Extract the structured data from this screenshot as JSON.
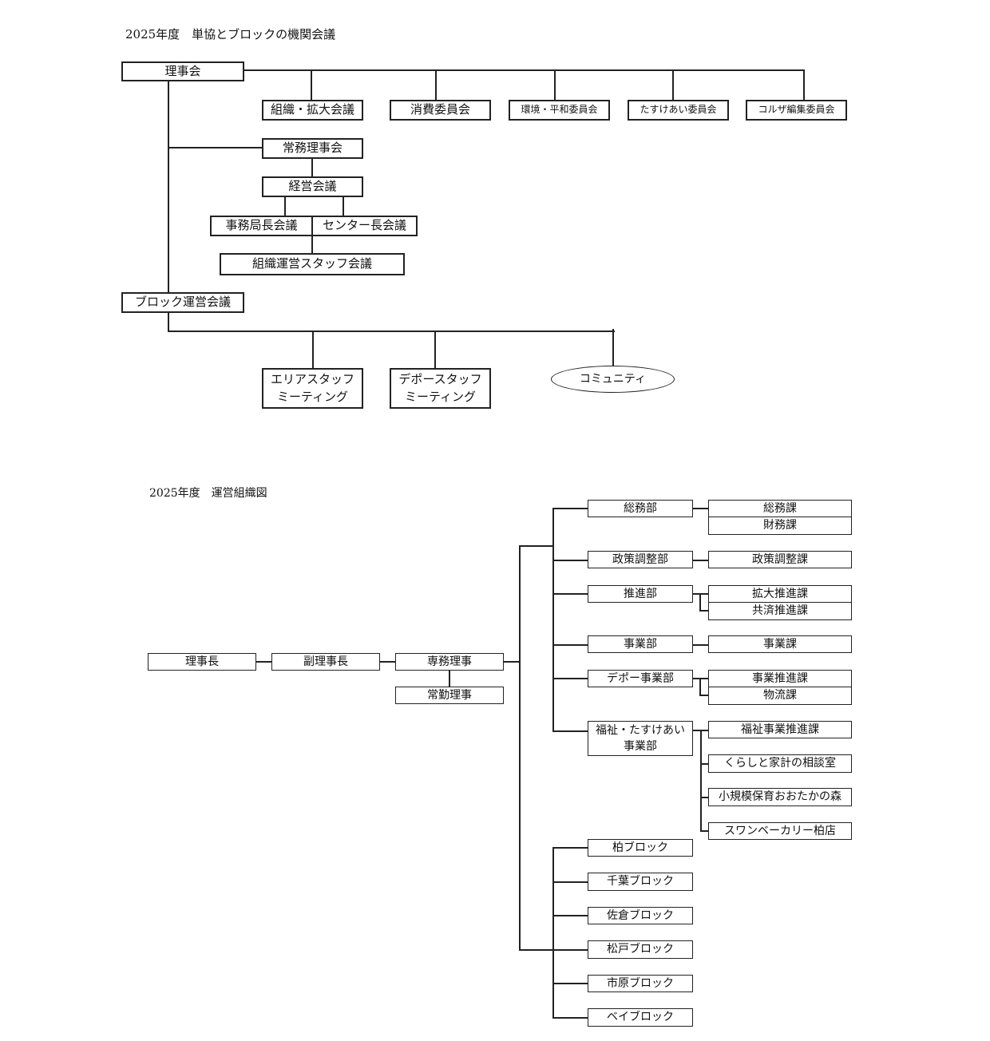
{
  "diagram1": {
    "title": "2025年度　単協とブロックの機関会議",
    "board": "理事会",
    "committees": [
      "組織・拡大会議",
      "消費委員会",
      "環境・平和委員会",
      "たすけあい委員会",
      "コルザ編集委員会"
    ],
    "standing_board": "常務理事会",
    "management_meeting": "経営会議",
    "secretariat_meeting": "事務局長会議",
    "center_meeting": "センター長会議",
    "org_staff_meeting": "組織運営スタッフ会議",
    "block_meeting": "ブロック運営会議",
    "area_staff_meeting": [
      "エリアスタッフ",
      "ミーティング"
    ],
    "depot_staff_meeting": [
      "デポースタッフ",
      "ミーティング"
    ],
    "community": "コミュニティ"
  },
  "diagram2": {
    "title": "2025年度　運営組織図",
    "chairman": "理事長",
    "vice_chairman": "副理事長",
    "executive_director": "専務理事",
    "standing_director": "常勤理事",
    "departments": [
      {
        "name": "総務部",
        "sections": [
          "総務課",
          "財務課"
        ]
      },
      {
        "name": "政策調整部",
        "sections": [
          "政策調整課"
        ]
      },
      {
        "name": "推進部",
        "sections": [
          "拡大推進課",
          "共済推進課"
        ]
      },
      {
        "name": "事業部",
        "sections": [
          "事業課"
        ]
      },
      {
        "name": "デポー事業部",
        "sections": [
          "事業推進課",
          "物流課"
        ]
      },
      {
        "name": [
          "福祉・たすけあい",
          "事業部"
        ],
        "sections": [
          "福祉事業推進課",
          "くらしと家計の相談室",
          "小規模保育おおたかの森",
          "スワンベーカリー柏店"
        ]
      }
    ],
    "blocks": [
      "柏ブロック",
      "千葉ブロック",
      "佐倉ブロック",
      "松戸ブロック",
      "市原ブロック",
      "ベイブロック"
    ]
  }
}
